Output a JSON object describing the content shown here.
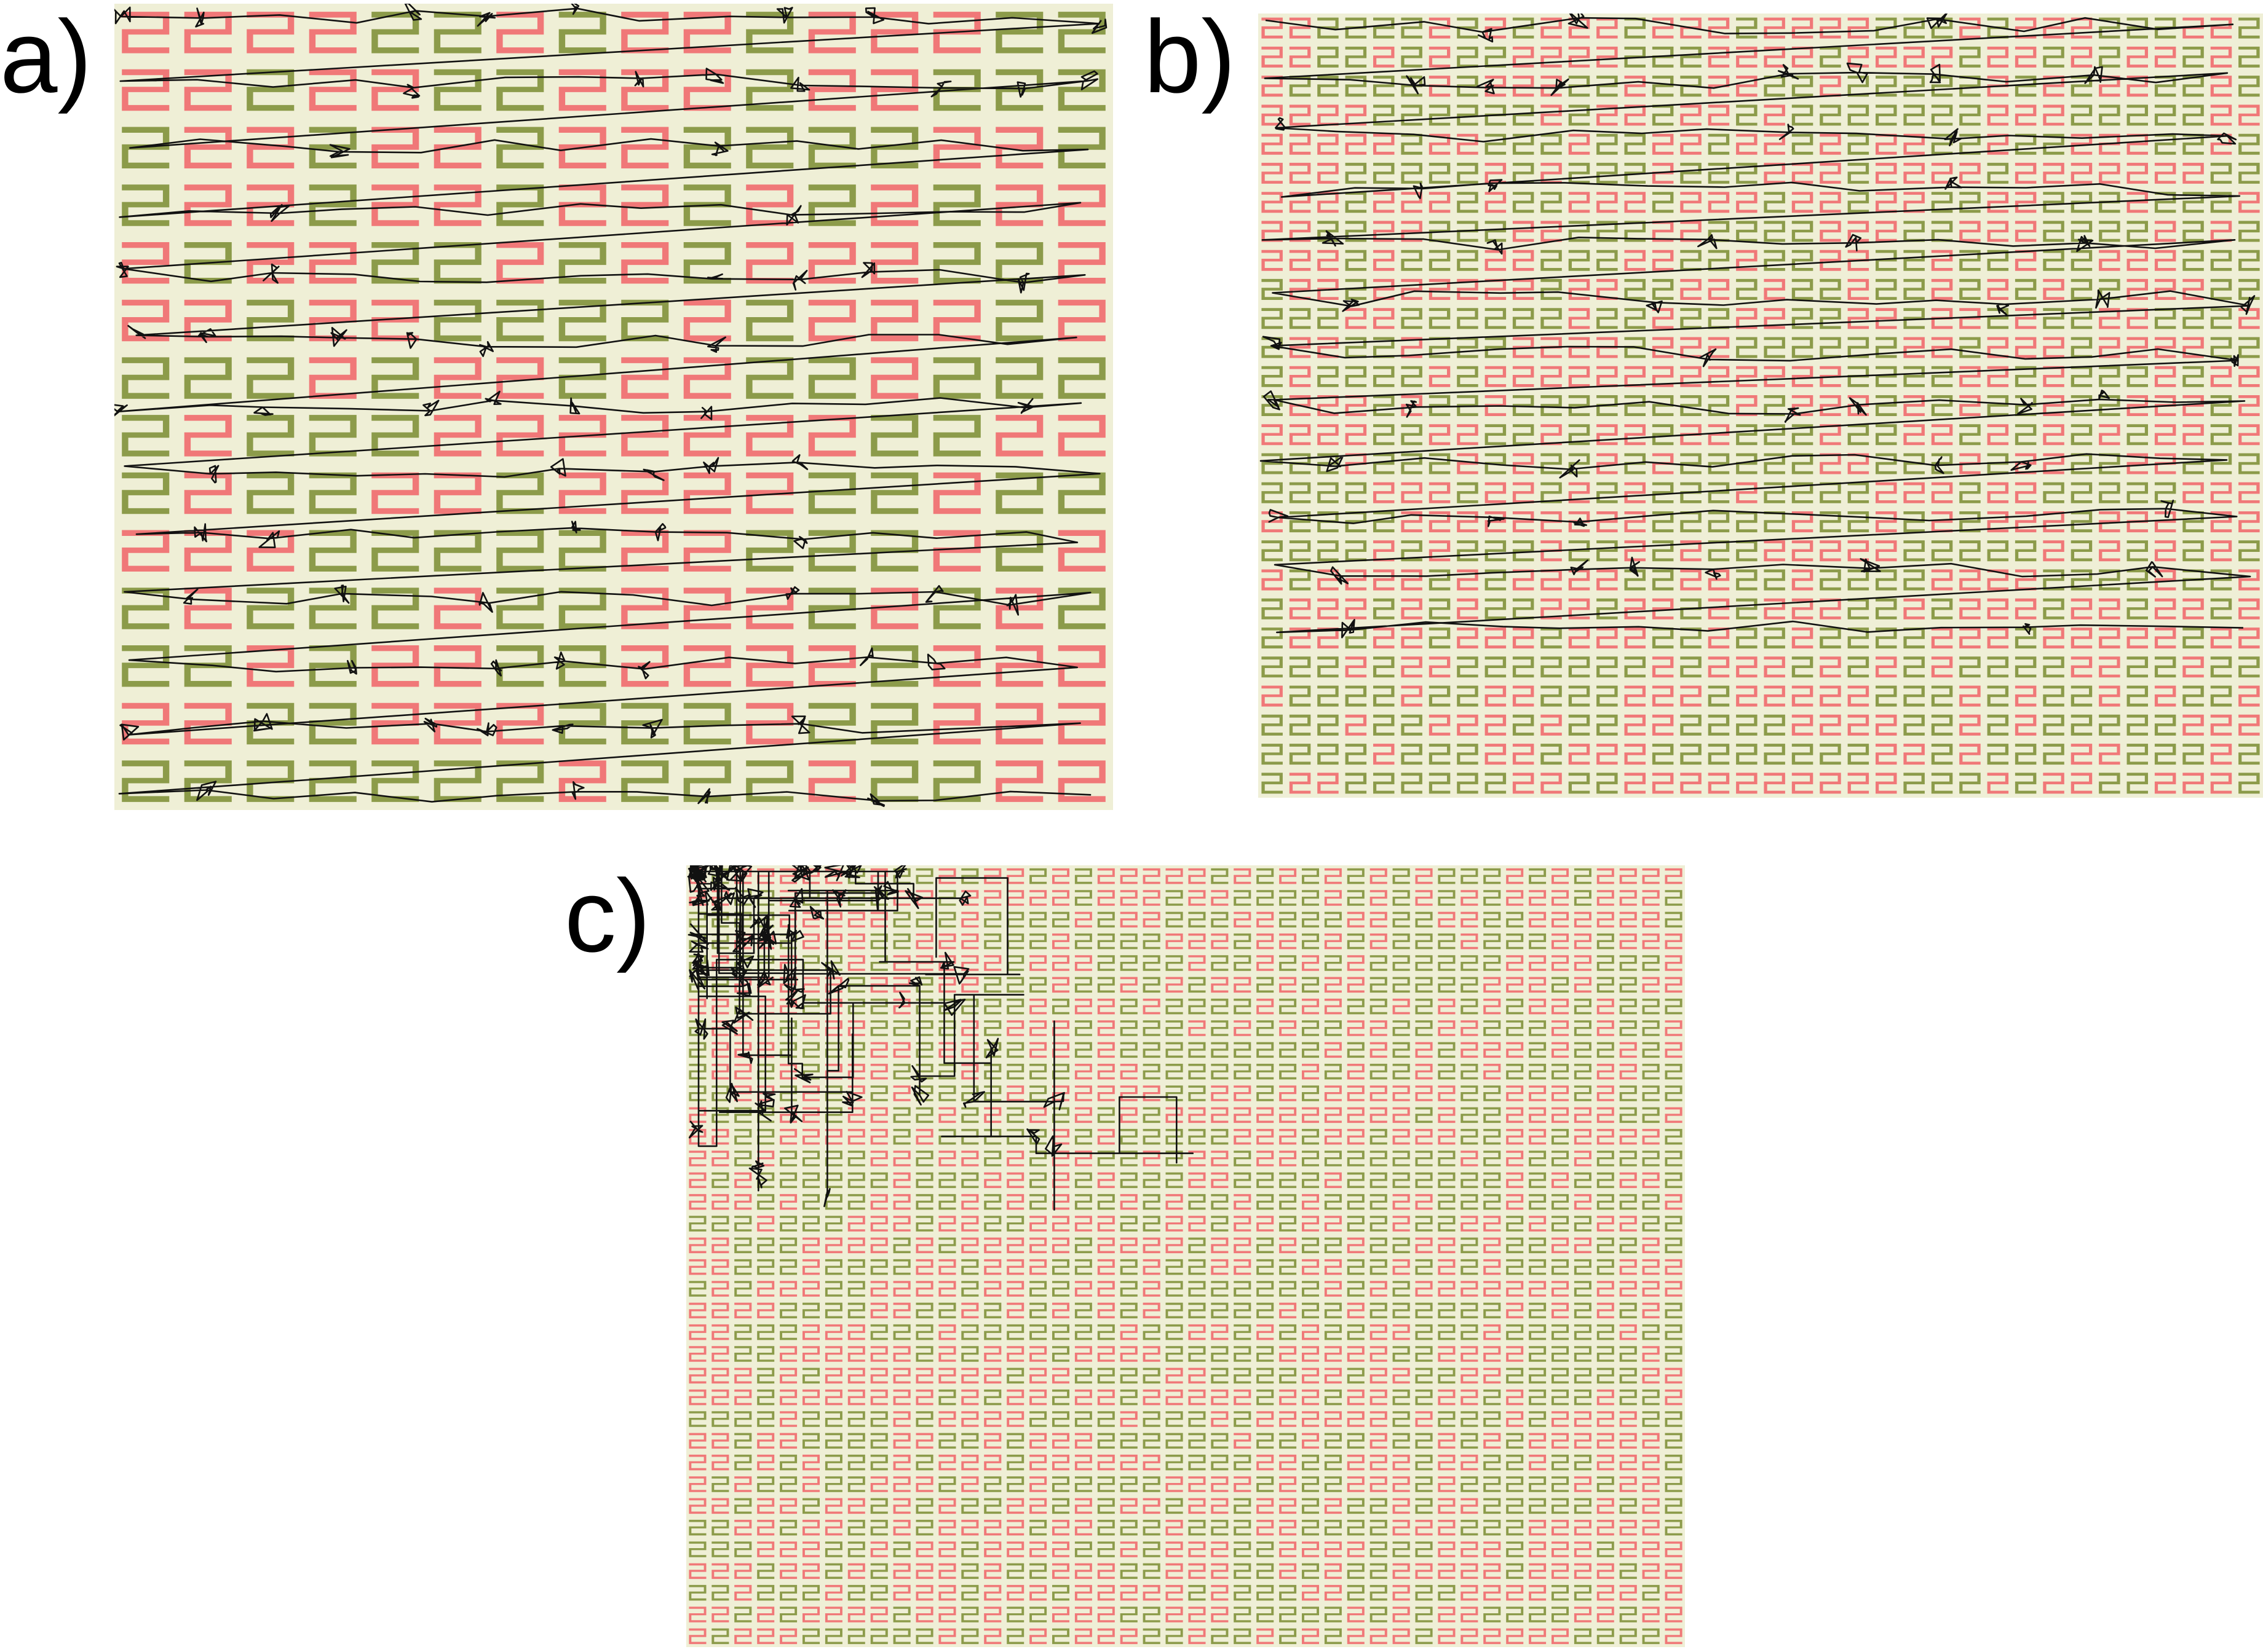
{
  "panels": [
    {
      "id": "a",
      "label": "a)"
    },
    {
      "id": "b",
      "label": "b)"
    },
    {
      "id": "c",
      "label": "c)"
    }
  ],
  "colors": {
    "background": "#efefd6",
    "glyph_green": "#8c9b4a",
    "glyph_red": "#f07878",
    "trace": "#111111"
  },
  "icons": {
    "stimulus_glyph": "s-shaped-meander-glyph"
  }
}
